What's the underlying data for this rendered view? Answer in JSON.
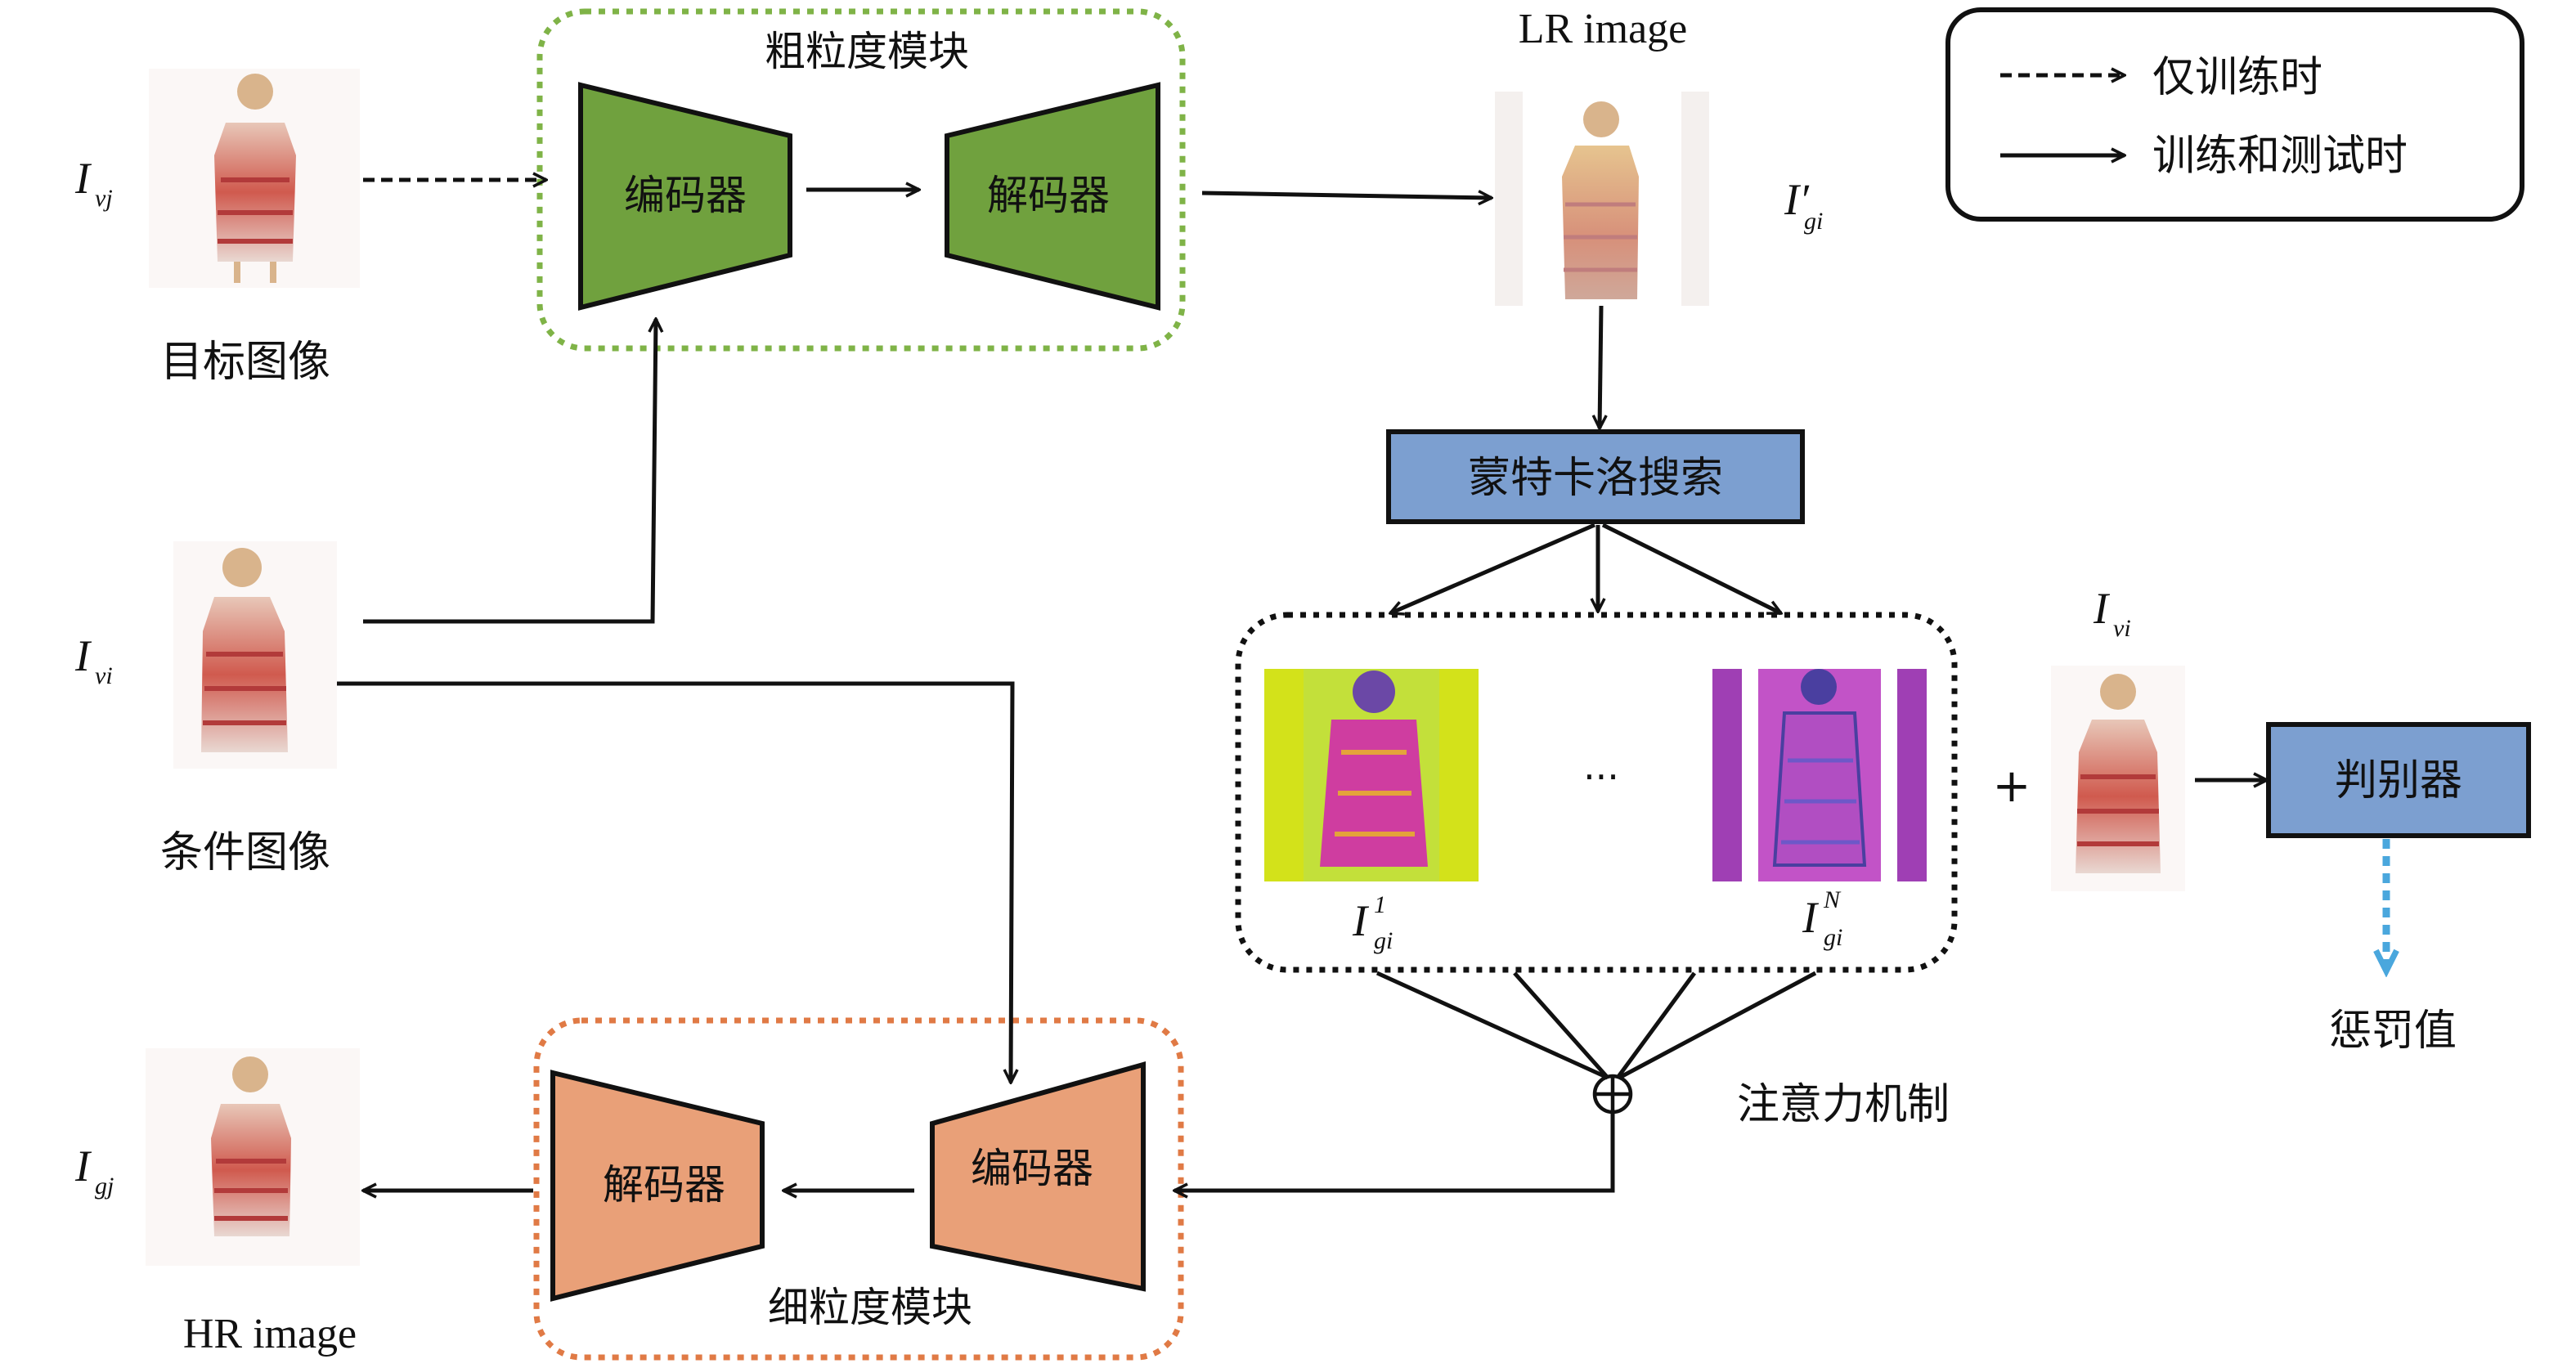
{
  "modules": {
    "coarse": {
      "title": "粗粒度模块",
      "encoder": "编码器",
      "decoder": "解码器"
    },
    "fine": {
      "title": "细粒度模块",
      "encoder": "编码器",
      "decoder": "解码器"
    }
  },
  "images": {
    "target": {
      "symbol": "I",
      "sub": "vj",
      "caption": "目标图像"
    },
    "condition": {
      "symbol": "I",
      "sub": "vi",
      "caption": "条件图像"
    },
    "output": {
      "symbol": "I",
      "sub": "gj",
      "caption": "HR image"
    },
    "lr": {
      "title": "LR image",
      "symbol": "I′",
      "sub": "gi"
    },
    "candidate_first": {
      "symbol": "I",
      "sup": "1",
      "sub": "gi"
    },
    "candidate_last": {
      "symbol": "I",
      "sup": "N",
      "sub": "gi"
    },
    "discriminator_input": {
      "symbol": "I",
      "sub": "vi"
    }
  },
  "blocks": {
    "mcts": "蒙特卡洛搜索",
    "discriminator": "判别器",
    "penalty": "惩罚值",
    "attention": "注意力机制"
  },
  "symbols": {
    "ellipsis": "···",
    "plus": "+",
    "oplus": "⊕"
  },
  "legend": {
    "dashed": "仅训练时",
    "solid": "训练和测试时"
  },
  "colors": {
    "coarse_fill": "#70a13e",
    "coarse_border": "#7fb347",
    "fine_fill": "#e9a078",
    "fine_border": "#e07a45",
    "block_fill": "#7c9fd0",
    "penalty_arrow": "#4aa7dd"
  }
}
